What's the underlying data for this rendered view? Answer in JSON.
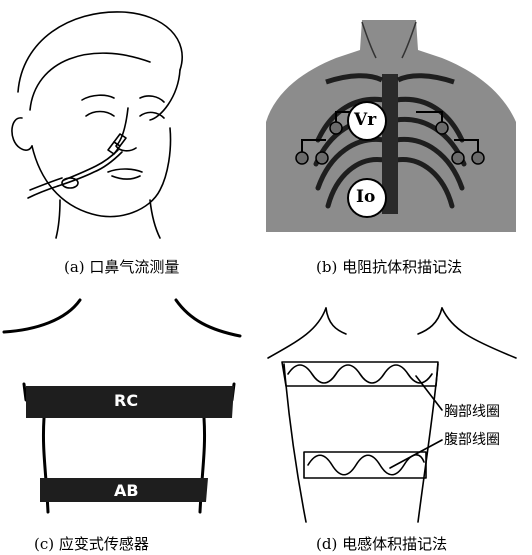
{
  "panels": {
    "a": {
      "caption": "(a) 口鼻气流测量"
    },
    "b": {
      "caption": "(b) 电阻抗体积描记法",
      "electrode_top": "Vr",
      "electrode_bottom": "Io"
    },
    "c": {
      "caption": "(c) 应变式传感器",
      "band_top": "RC",
      "band_bottom": "AB"
    },
    "d": {
      "caption": "(d) 电感体积描记法",
      "coil_chest": "胸部线圈",
      "coil_abdomen": "腹部线圈"
    }
  }
}
